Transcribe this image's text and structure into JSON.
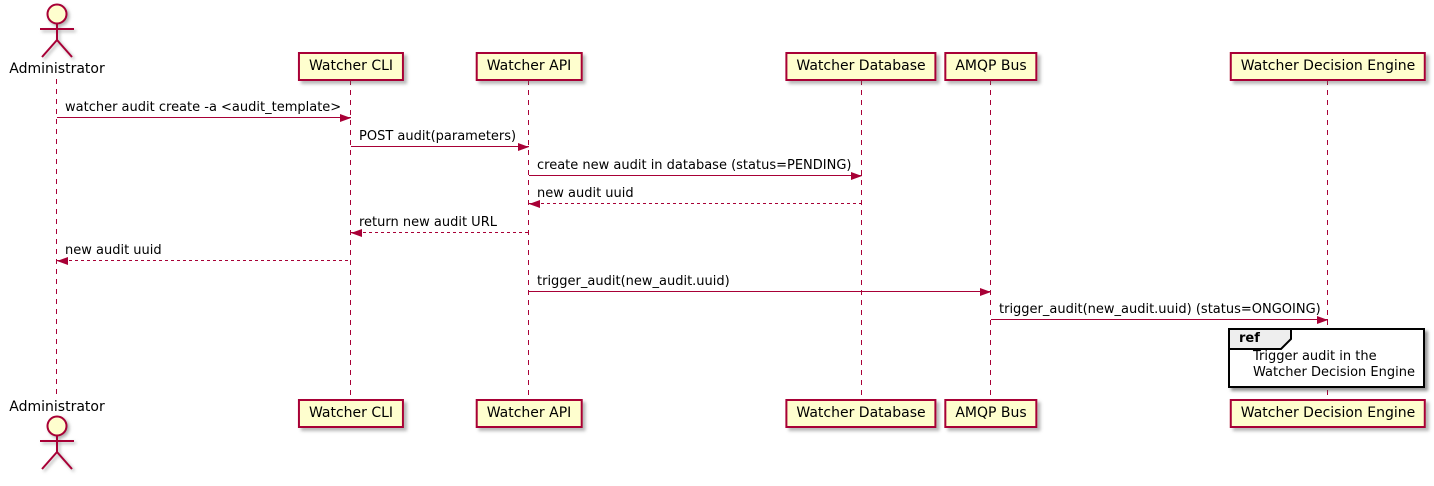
{
  "diagram": {
    "type": "sequence",
    "actor": {
      "name": "Administrator"
    },
    "participants": [
      {
        "name": "Watcher CLI"
      },
      {
        "name": "Watcher API"
      },
      {
        "name": "Watcher Database"
      },
      {
        "name": "AMQP Bus"
      },
      {
        "name": "Watcher Decision Engine"
      }
    ],
    "messages": [
      {
        "from": "Administrator",
        "to": "Watcher CLI",
        "label": "watcher audit create -a <audit_template>",
        "line": "solid"
      },
      {
        "from": "Watcher CLI",
        "to": "Watcher API",
        "label": "POST audit(parameters)",
        "line": "solid"
      },
      {
        "from": "Watcher API",
        "to": "Watcher Database",
        "label": "create new audit in database (status=PENDING)",
        "line": "solid"
      },
      {
        "from": "Watcher Database",
        "to": "Watcher API",
        "label": "new audit uuid",
        "line": "dashed"
      },
      {
        "from": "Watcher API",
        "to": "Watcher CLI",
        "label": "return new audit URL",
        "line": "dashed"
      },
      {
        "from": "Watcher CLI",
        "to": "Administrator",
        "label": "new audit uuid",
        "line": "dashed"
      },
      {
        "from": "Watcher API",
        "to": "AMQP Bus",
        "label": "trigger_audit(new_audit.uuid)",
        "line": "solid"
      },
      {
        "from": "AMQP Bus",
        "to": "Watcher Decision Engine",
        "label": "trigger_audit(new_audit.uuid) (status=ONGOING)",
        "line": "solid"
      }
    ],
    "ref_fragment": {
      "keyword": "ref",
      "line1": "Trigger audit in the",
      "line2": "Watcher Decision Engine"
    },
    "colors": {
      "participant_fill": "#FEFECE",
      "participant_border": "#A80036",
      "arrow": "#A80036",
      "lifeline": "#A80036",
      "text": "#000000",
      "ref_tab_fill": "#EEEEEE",
      "ref_border": "#000000"
    }
  }
}
